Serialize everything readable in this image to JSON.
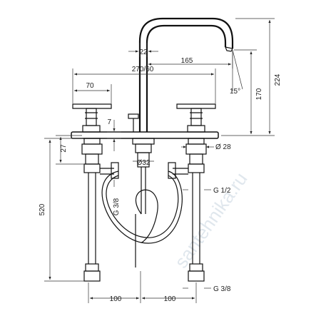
{
  "watermark": "santehnika.ru",
  "dimensions": {
    "spout_offset": "22",
    "spout_reach": "165",
    "spread": "270/60",
    "handle_width": "70",
    "spout_angle": "15°",
    "spout_outlet_height": "170",
    "total_height": "224",
    "deck_thickness": "7",
    "body_height": "27",
    "valve_diameter": "Ø 28",
    "drain_diameter": "Ø32",
    "connection_left": "G 3/8",
    "connection_right": "G 1/2",
    "hose_length": "520",
    "spacing_left": "100",
    "spacing_right": "100",
    "connection_bottom": "G 3/8"
  }
}
